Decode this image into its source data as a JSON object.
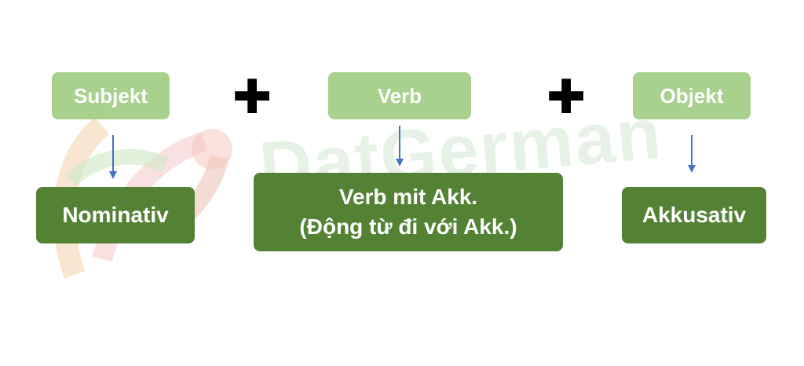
{
  "watermark": {
    "text": "DatGerman"
  },
  "top_row": {
    "subject": "Subjekt",
    "verb": "Verb",
    "object": "Objekt",
    "plus1": "✚",
    "plus2": "✚"
  },
  "bottom_row": {
    "subject_case": "Nominativ",
    "verb_line1": "Verb mit Akk.",
    "verb_line2": "(Động từ đi với Akk.)",
    "object_case": "Akkusativ"
  },
  "colors": {
    "light_green": "#a9d18e",
    "dark_green": "#548235",
    "arrow": "#4472c4"
  }
}
